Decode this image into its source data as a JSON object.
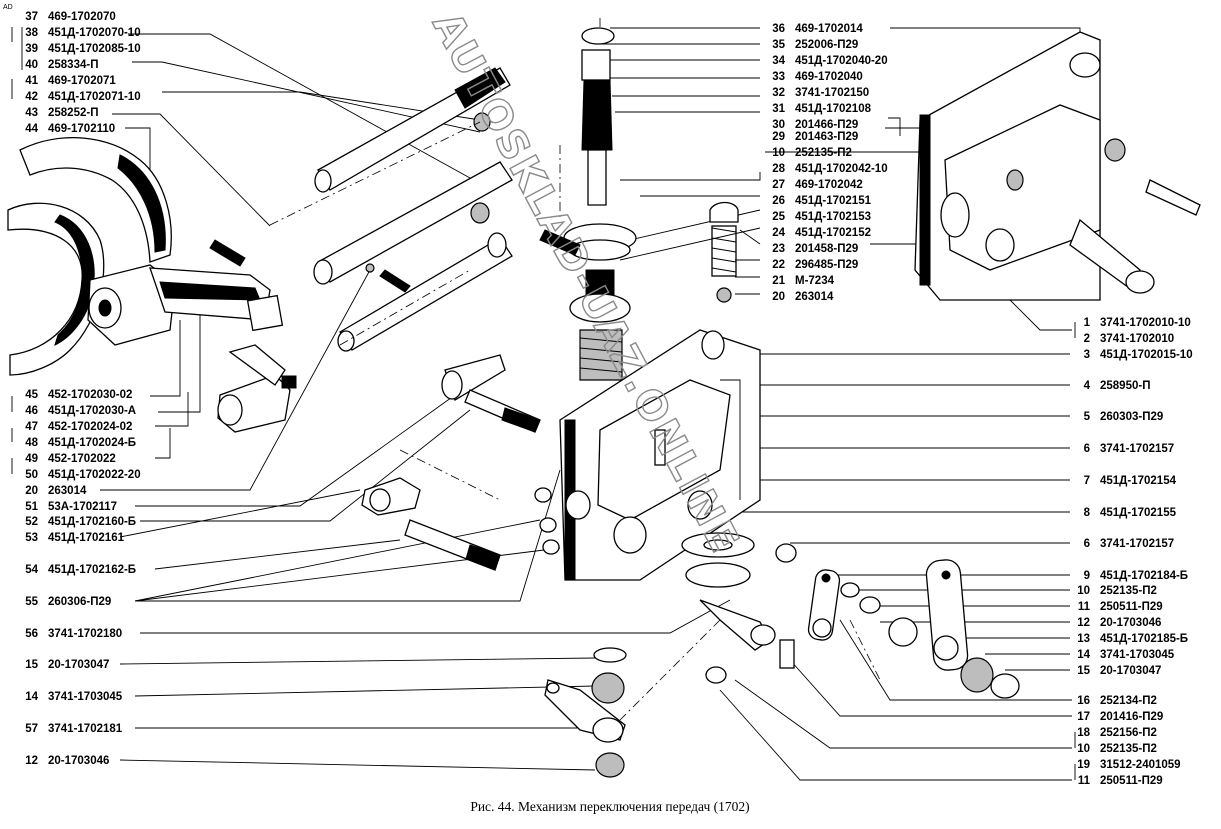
{
  "caption": "Рис. 44. Механизм переключения передач (1702)",
  "corner_mark": "AD",
  "watermark": "AUTOSKLAD-UAZ.ONLINE",
  "callouts": {
    "left": [
      {
        "n": "37",
        "part": "469-1702070"
      },
      {
        "n": "38",
        "part": "451Д-1702070-10"
      },
      {
        "n": "39",
        "part": "451Д-1702085-10"
      },
      {
        "n": "40",
        "part": "258334-П"
      },
      {
        "n": "41",
        "part": "469-1702071"
      },
      {
        "n": "42",
        "part": "451Д-1702071-10"
      },
      {
        "n": "43",
        "part": "258252-П"
      },
      {
        "n": "44",
        "part": "469-1702110"
      },
      {
        "n": "45",
        "part": "452-1702030-02"
      },
      {
        "n": "46",
        "part": "451Д-1702030-А"
      },
      {
        "n": "47",
        "part": "452-1702024-02"
      },
      {
        "n": "48",
        "part": "451Д-1702024-Б"
      },
      {
        "n": "49",
        "part": "452-1702022"
      },
      {
        "n": "50",
        "part": "451Д-1702022-20"
      },
      {
        "n": "20",
        "part": "263014"
      },
      {
        "n": "51",
        "part": "53А-1702117"
      },
      {
        "n": "52",
        "part": "451Д-1702160-Б"
      },
      {
        "n": "53",
        "part": "451Д-1702161"
      },
      {
        "n": "54",
        "part": "451Д-1702162-Б"
      },
      {
        "n": "55",
        "part": "260306-П29"
      },
      {
        "n": "56",
        "part": "3741-1702180"
      },
      {
        "n": "15",
        "part": "20-1703047"
      },
      {
        "n": "14",
        "part": "3741-1703045"
      },
      {
        "n": "57",
        "part": "3741-1702181"
      },
      {
        "n": "12",
        "part": "20-1703046"
      }
    ],
    "middle": [
      {
        "n": "36",
        "part": "469-1702014"
      },
      {
        "n": "35",
        "part": "252006-П29"
      },
      {
        "n": "34",
        "part": "451Д-1702040-20"
      },
      {
        "n": "33",
        "part": "469-1702040"
      },
      {
        "n": "32",
        "part": "3741-1702150"
      },
      {
        "n": "31",
        "part": "451Д-1702108"
      },
      {
        "n": "30",
        "part": "201466-П29"
      },
      {
        "n": "29",
        "part": "201463-П29"
      },
      {
        "n": "10",
        "part": "252135-П2"
      },
      {
        "n": "28",
        "part": "451Д-1702042-10"
      },
      {
        "n": "27",
        "part": "469-1702042"
      },
      {
        "n": "26",
        "part": "451Д-1702151"
      },
      {
        "n": "25",
        "part": "451Д-1702153"
      },
      {
        "n": "24",
        "part": "451Д-1702152"
      },
      {
        "n": "23",
        "part": "201458-П29"
      },
      {
        "n": "22",
        "part": "296485-П29"
      },
      {
        "n": "21",
        "part": "М-7234"
      },
      {
        "n": "20",
        "part": "263014"
      }
    ],
    "right": [
      {
        "n": "1",
        "part": "3741-1702010-10"
      },
      {
        "n": "2",
        "part": "3741-1702010"
      },
      {
        "n": "3",
        "part": "451Д-1702015-10"
      },
      {
        "n": "4",
        "part": "258950-П"
      },
      {
        "n": "5",
        "part": "260303-П29"
      },
      {
        "n": "6",
        "part": "3741-1702157"
      },
      {
        "n": "7",
        "part": "451Д-1702154"
      },
      {
        "n": "8",
        "part": "451Д-1702155"
      },
      {
        "n": "6",
        "part": "3741-1702157"
      },
      {
        "n": "9",
        "part": "451Д-1702184-Б"
      },
      {
        "n": "10",
        "part": "252135-П2"
      },
      {
        "n": "11",
        "part": "250511-П29"
      },
      {
        "n": "12",
        "part": "20-1703046"
      },
      {
        "n": "13",
        "part": "451Д-1702185-Б"
      },
      {
        "n": "14",
        "part": "3741-1703045"
      },
      {
        "n": "15",
        "part": "20-1703047"
      },
      {
        "n": "16",
        "part": "252134-П2"
      },
      {
        "n": "17",
        "part": "201416-П29"
      },
      {
        "n": "18",
        "part": "252156-П2"
      },
      {
        "n": "10",
        "part": "252135-П2"
      },
      {
        "n": "19",
        "part": "31512-2401059"
      },
      {
        "n": "11",
        "part": "250511-П29"
      }
    ]
  }
}
